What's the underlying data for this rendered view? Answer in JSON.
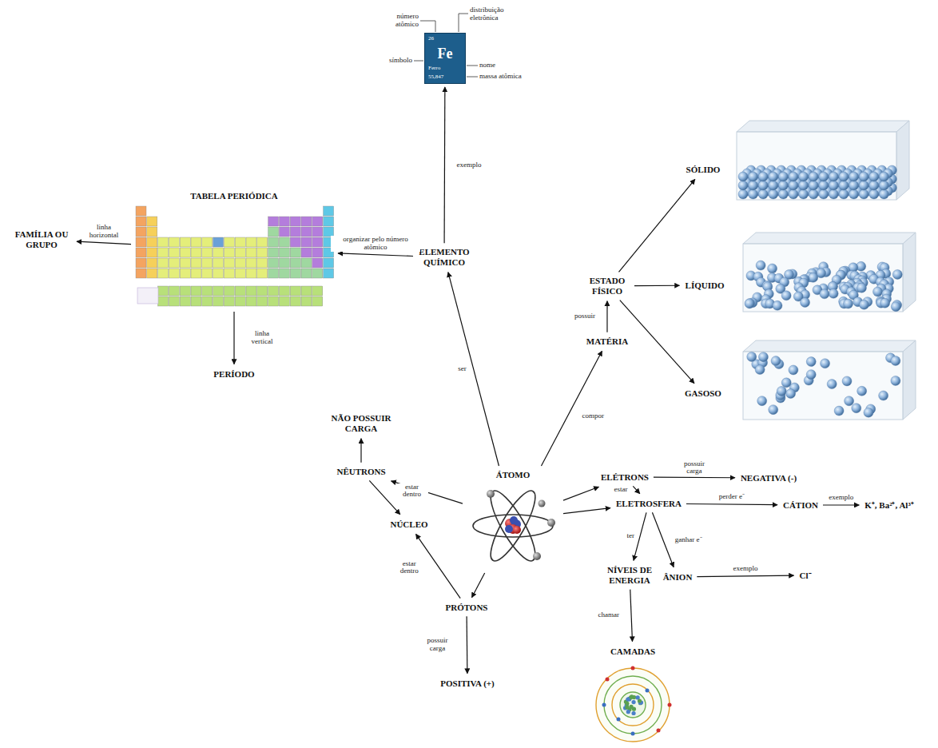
{
  "diagram": {
    "nodes": [
      {
        "text": [
          "ÁTOMO"
        ]
      },
      {
        "text": [
          "ELEMENTO QUÍMICO"
        ]
      },
      {
        "text": [
          "TABELA PERIÓDICA"
        ]
      },
      {
        "text": [
          "FAMÍLIA OU GRUPO"
        ]
      },
      {
        "text": [
          "PERÍODO"
        ]
      },
      {
        "text": [
          "26",
          "Fe",
          "Ferro",
          "55,847"
        ]
      },
      {
        "text": [
          "MATÉRIA"
        ]
      },
      {
        "text": [
          "ESTADO FÍSICO"
        ]
      },
      {
        "text": [
          "SÓLIDO"
        ]
      },
      {
        "text": [
          "LÍQUIDO"
        ]
      },
      {
        "text": [
          "GASOSO"
        ]
      },
      {
        "text": [
          "NÊUTRONS"
        ]
      },
      {
        "text": [
          "NÃO POSSUIR CARGA"
        ]
      },
      {
        "text": [
          "NÚCLEO"
        ]
      },
      {
        "text": [
          "PRÓTONS"
        ]
      },
      {
        "text": [
          "POSITIVA (+)"
        ]
      },
      {
        "text": [
          "ELÉTRONS"
        ]
      },
      {
        "text": [
          "NEGATIVA (-)"
        ]
      },
      {
        "text": [
          "ELETROSFERA"
        ]
      },
      {
        "text": [
          "CÁTION"
        ]
      },
      {
        "text": [
          "K⁺, Ba²⁺, Al³⁺"
        ]
      },
      {
        "text": [
          "ÂNION"
        ]
      },
      {
        "text": [
          "Cl⁻"
        ]
      },
      {
        "text": [
          "NÍVEIS DE ENERGIA"
        ]
      },
      {
        "text": [
          "CAMADAS"
        ]
      }
    ],
    "edges": [
      {
        "from": 0,
        "to": 1,
        "label": "ser",
        "arrow": "to"
      },
      {
        "from": 1,
        "to": 5,
        "label": "exemplo",
        "arrow": "to"
      },
      {
        "from": 1,
        "to": 2,
        "label": "organizar pelo número atômico",
        "arrow": "to"
      },
      {
        "from": 2,
        "to": 3,
        "label": "linha horizontal",
        "arrow": "to"
      },
      {
        "from": 2,
        "to": 4,
        "label": "linha vertical",
        "arrow": "to"
      },
      {
        "from": 0,
        "to": 6,
        "label": "compor",
        "arrow": "to"
      },
      {
        "from": 6,
        "to": 7,
        "label": "possuir",
        "arrow": "to"
      },
      {
        "from": 7,
        "to": 8,
        "arrow": "to"
      },
      {
        "from": 7,
        "to": 9,
        "arrow": "to"
      },
      {
        "from": 7,
        "to": 10,
        "arrow": "to"
      },
      {
        "from": 0,
        "to": 11,
        "arrow": "to"
      },
      {
        "from": 11,
        "to": 12,
        "arrow": "to"
      },
      {
        "from": 11,
        "to": 13,
        "label": "estar dentro",
        "arrow": "to"
      },
      {
        "from": 0,
        "to": 14,
        "arrow": "to"
      },
      {
        "from": 14,
        "to": 13,
        "label": "estar dentro",
        "arrow": "to"
      },
      {
        "from": 14,
        "to": 15,
        "label": "possuir carga",
        "arrow": "to"
      },
      {
        "from": 0,
        "to": 16,
        "arrow": "to"
      },
      {
        "from": 16,
        "to": 17,
        "label": "possuir carga",
        "arrow": "to"
      },
      {
        "from": 16,
        "to": 18,
        "label": "estar",
        "arrow": "to"
      },
      {
        "from": 0,
        "to": 18,
        "arrow": "to"
      },
      {
        "from": 18,
        "to": 19,
        "label": "perder e⁻",
        "arrow": "to"
      },
      {
        "from": 19,
        "to": 20,
        "label": "exemplo",
        "arrow": "to"
      },
      {
        "from": 18,
        "to": 21,
        "label": "ganhar e⁻",
        "arrow": "to"
      },
      {
        "from": 21,
        "to": 22,
        "label": "exemplo",
        "arrow": "to"
      },
      {
        "from": 18,
        "to": 23,
        "label": "ter",
        "arrow": "to"
      },
      {
        "from": 23,
        "to": 24,
        "label": "chamar",
        "arrow": "to"
      }
    ],
    "labels": [
      "número atômico",
      "distribuição eletrônica",
      "símbolo",
      "nome",
      "massa atômica"
    ]
  }
}
